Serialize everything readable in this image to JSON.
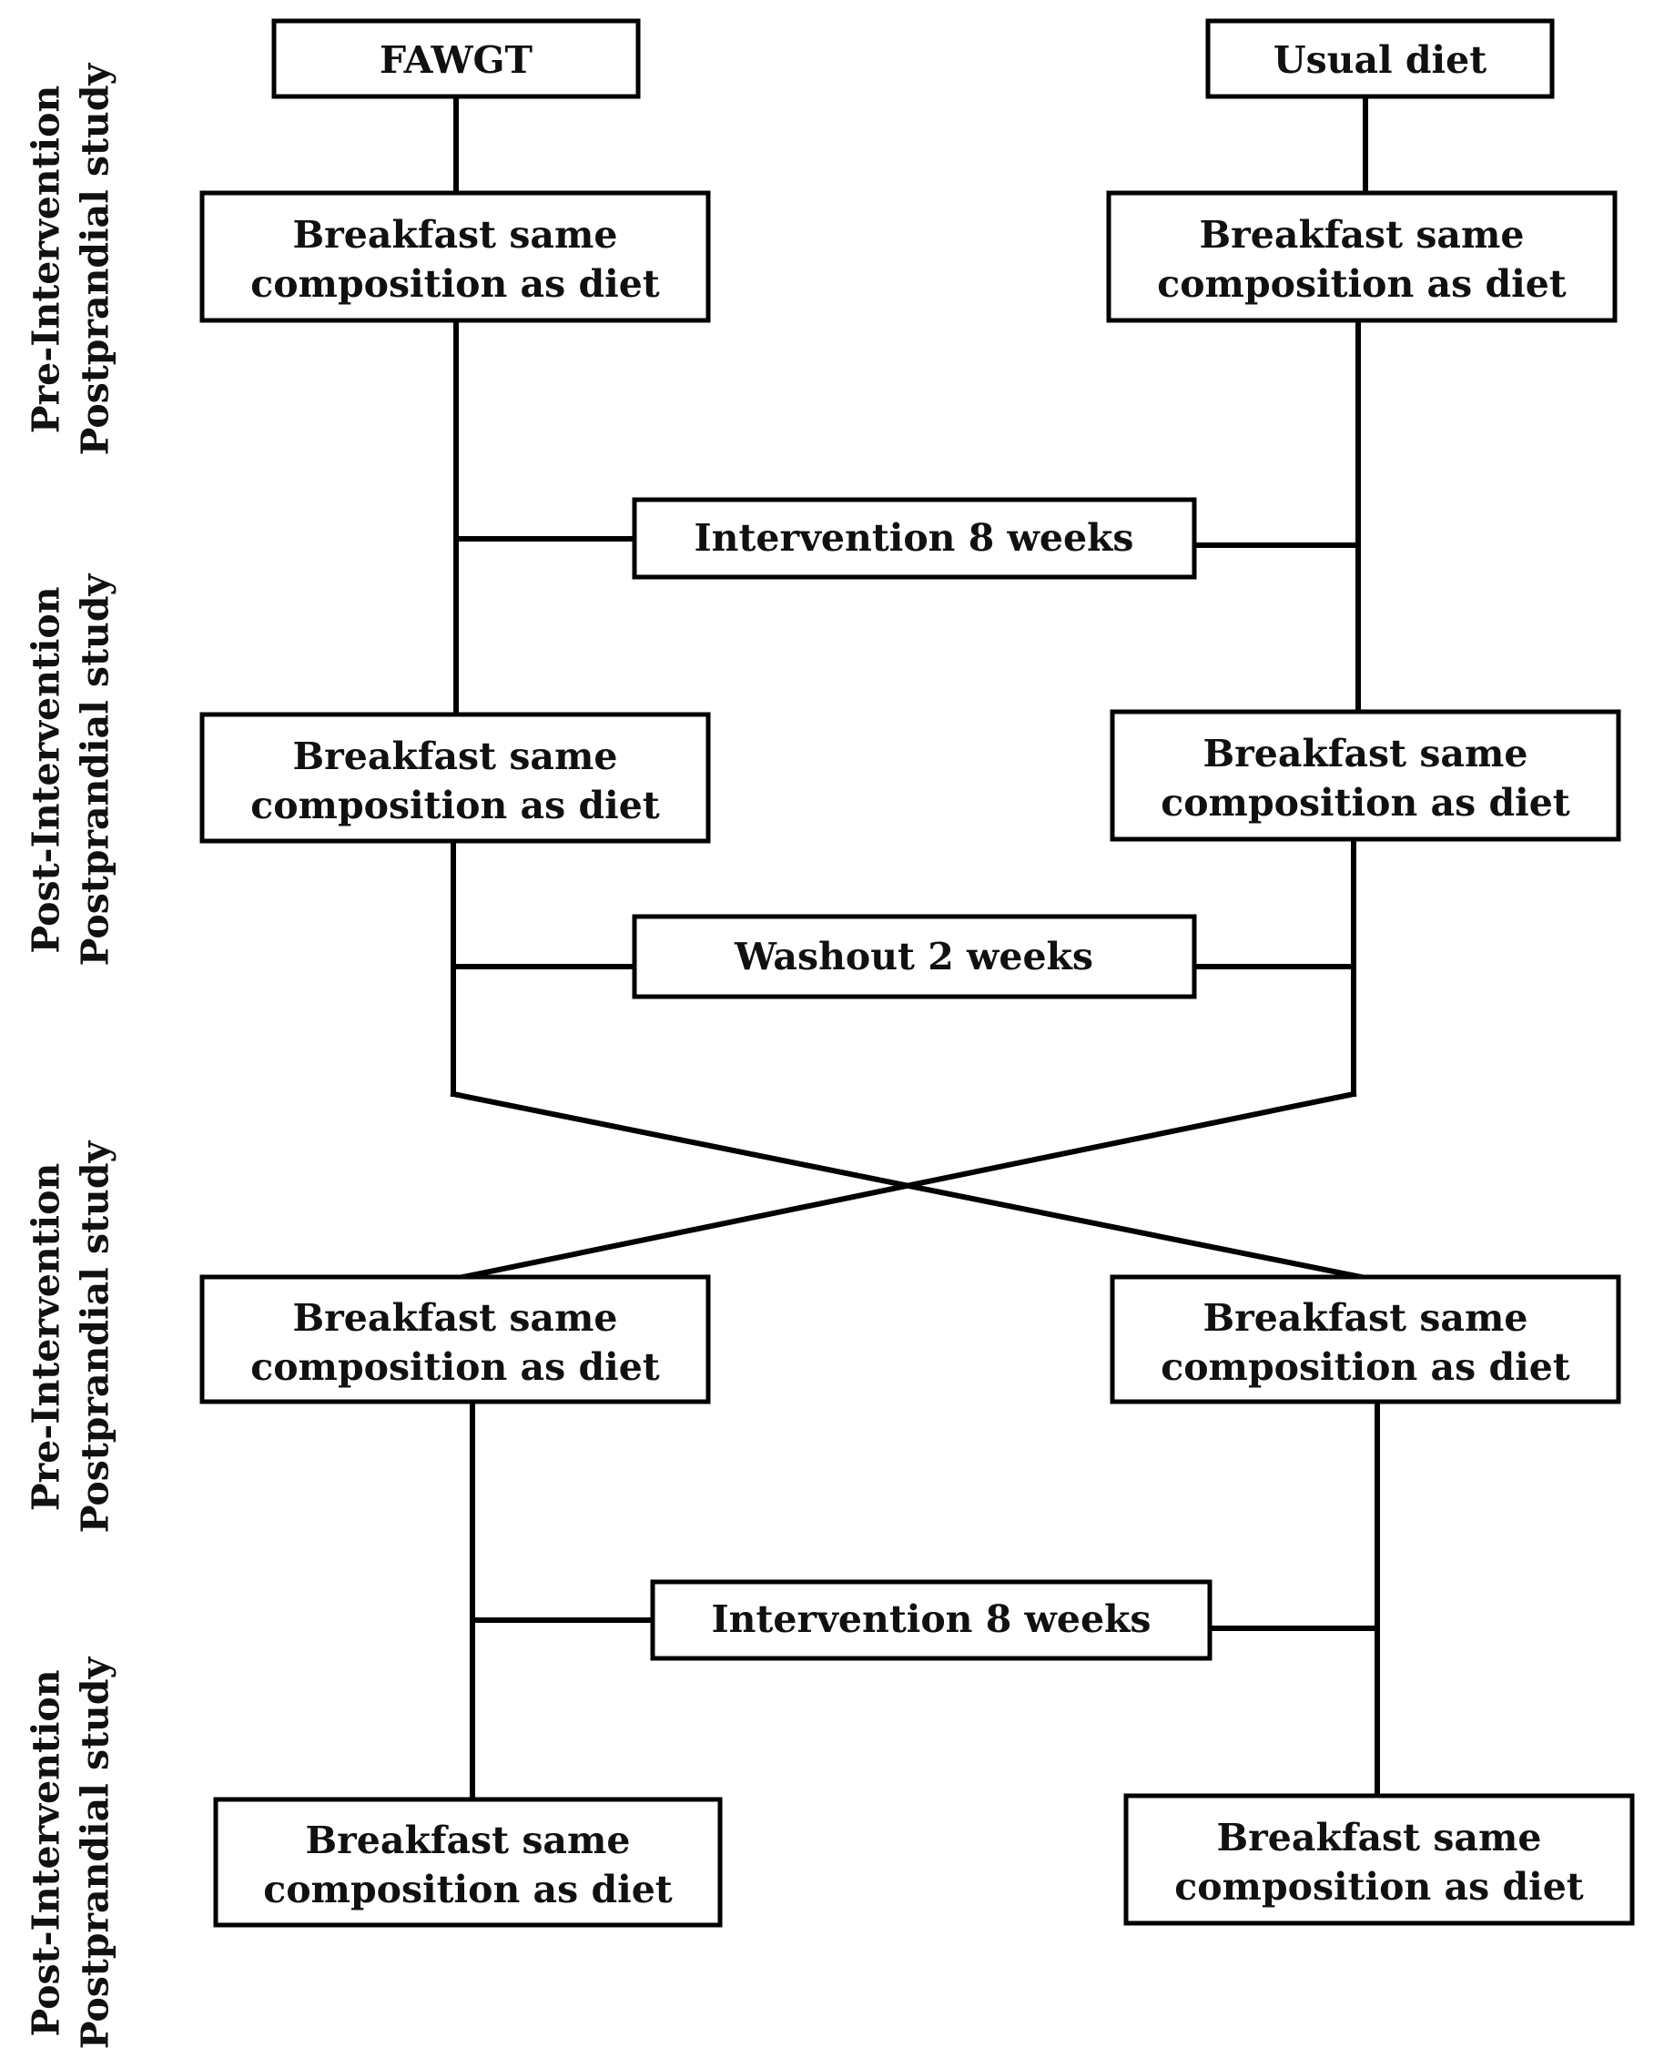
{
  "arms": {
    "left": "FAWGT",
    "right": "Usual diet"
  },
  "meal_box": {
    "line1": "Breakfast same",
    "line2": "composition as diet"
  },
  "phases": {
    "intervention_1": "Intervention 8 weeks",
    "washout": "Washout 2 weeks",
    "intervention_2": "Intervention 8 weeks"
  },
  "side_labels": {
    "pre_1": {
      "line1": "Pre-Intervention",
      "line2": "Postprandial study"
    },
    "post_1": {
      "line1": "Post-Intervention",
      "line2": "Postprandial study"
    },
    "pre_2": {
      "line1": "Pre-Intervention",
      "line2": "Postprandial study"
    },
    "post_2": {
      "line1": "Post-Intervention",
      "line2": "Postprandial study"
    }
  },
  "colors": {
    "line": "#000000",
    "box_fill": "#ffffff",
    "text": "#111111"
  }
}
